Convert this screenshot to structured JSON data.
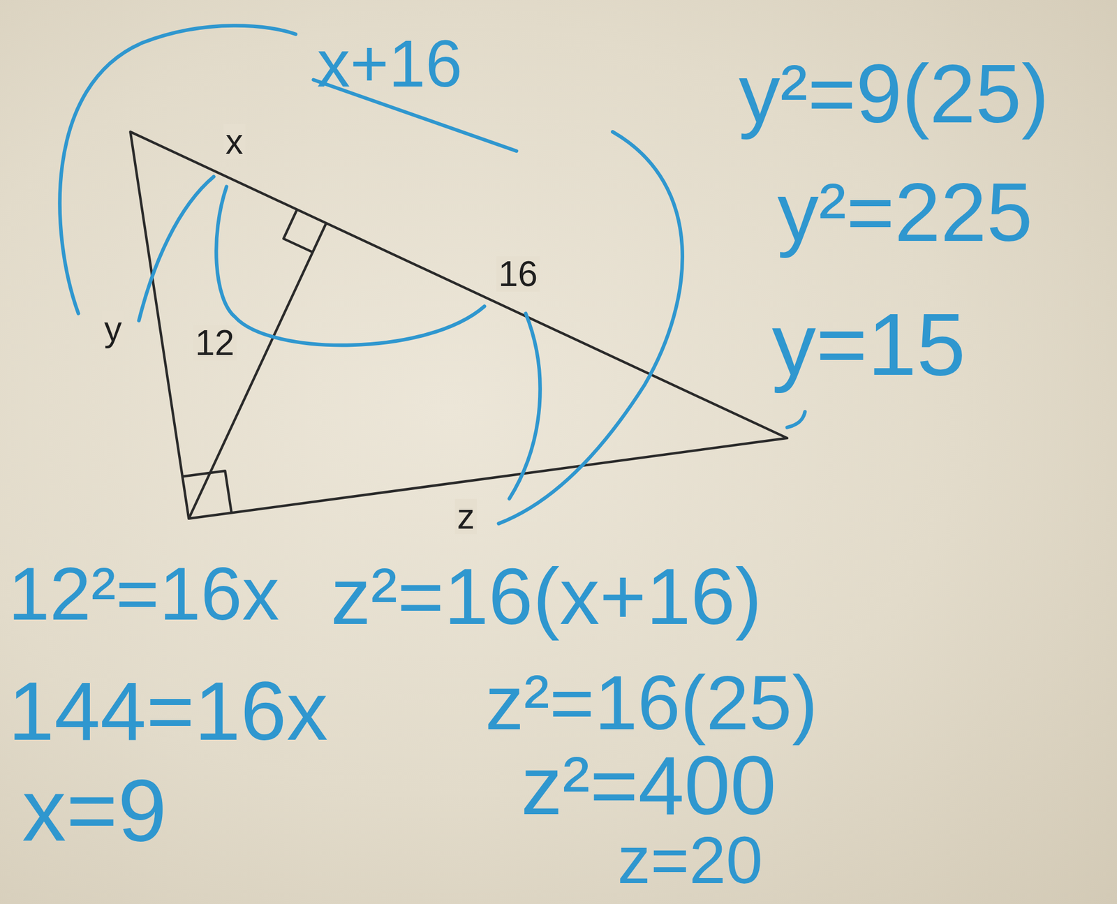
{
  "diagram": {
    "labels": [
      "x+16",
      "x",
      "16",
      "y",
      "12",
      "z",
      "y²=9(25)",
      "y²=225",
      "y=15",
      "12²=16x",
      "z²=16(x+16)",
      "144=16x",
      "z²=16(25)",
      "x=9",
      "z²=400",
      "z=20"
    ]
  }
}
